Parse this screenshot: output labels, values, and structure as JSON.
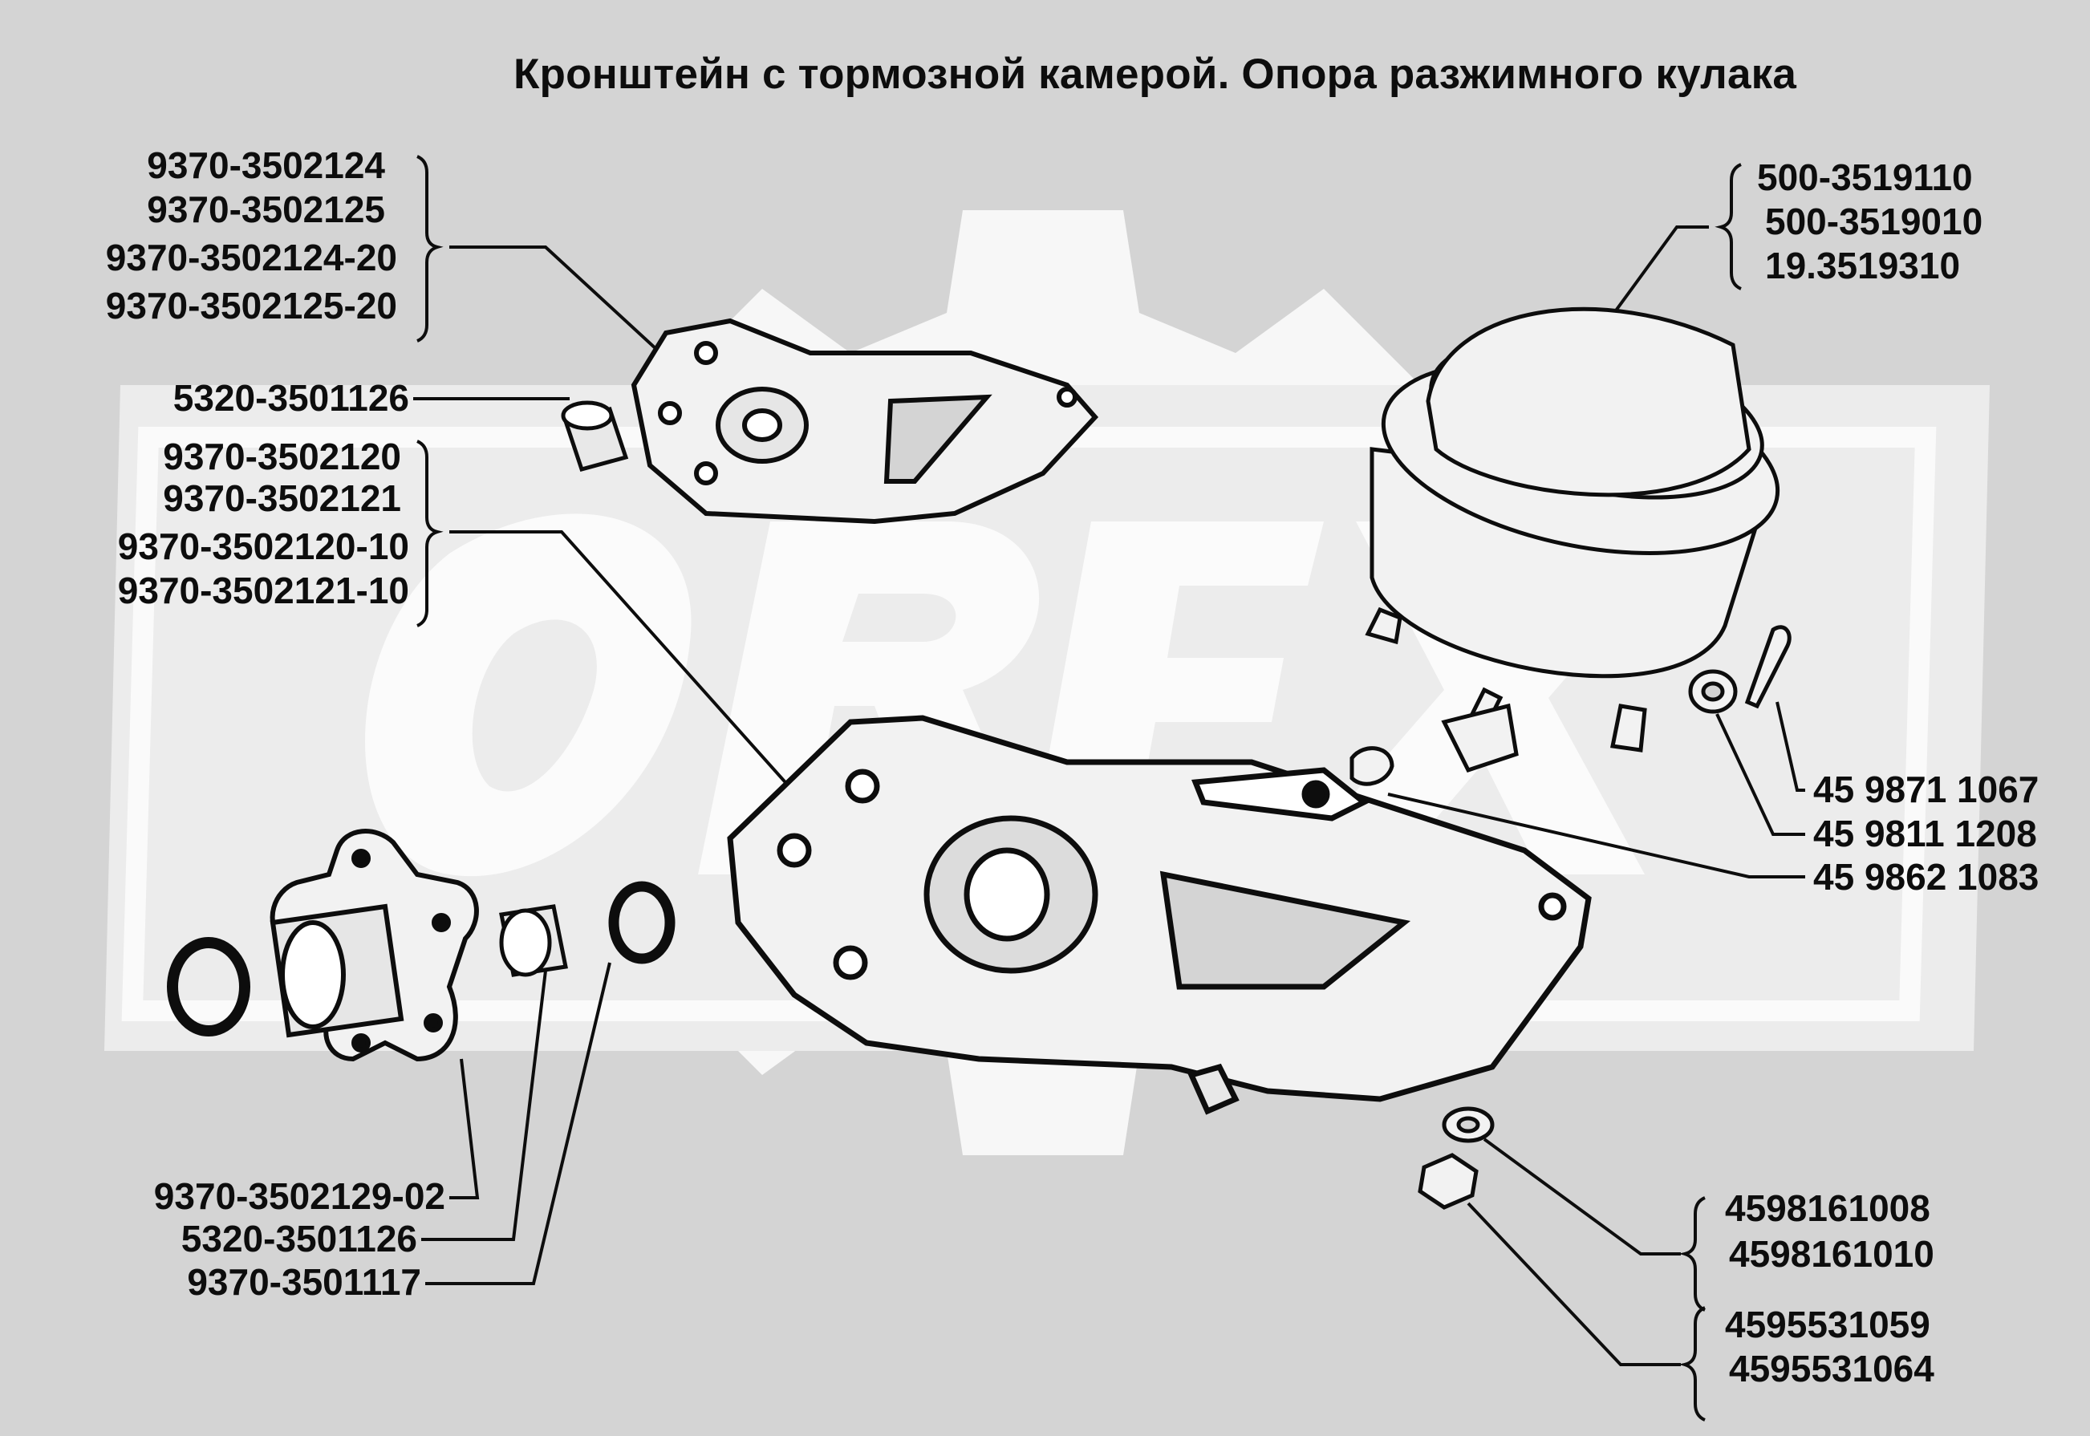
{
  "title": "Кронштейн с тормозной камерой. Опора разжимного кулака",
  "watermark_text": "OREX",
  "colors": {
    "background": "#d4d4d4",
    "watermark": "#f7f7f7",
    "ink": "#0d0d0d",
    "part_fill": "#f2f2f2"
  },
  "labels": {
    "bracket_group": [
      "9370-3502124",
      "9370-3502125",
      "9370-3502124-20",
      "9370-3502125-20"
    ],
    "bushing_top": "5320-3501126",
    "main_bracket_group": [
      "9370-3502120",
      "9370-3502121",
      "9370-3502120-10",
      "9370-3502121-10"
    ],
    "chamber_group": [
      "500-3519110",
      "500-3519010",
      "19.3519310"
    ],
    "cotter_pin": "45 9871 1067",
    "washer_small": "45 9811 1208",
    "clevis_pin": "45 9862 1083",
    "support": "9370-3502129-02",
    "bushing_bottom": "5320-3501126",
    "seal_ring": "9370-3501117",
    "spring_washer_group": [
      "4598161008",
      "4598161010"
    ],
    "nut_group": [
      "4595531059",
      "4595531064"
    ]
  }
}
